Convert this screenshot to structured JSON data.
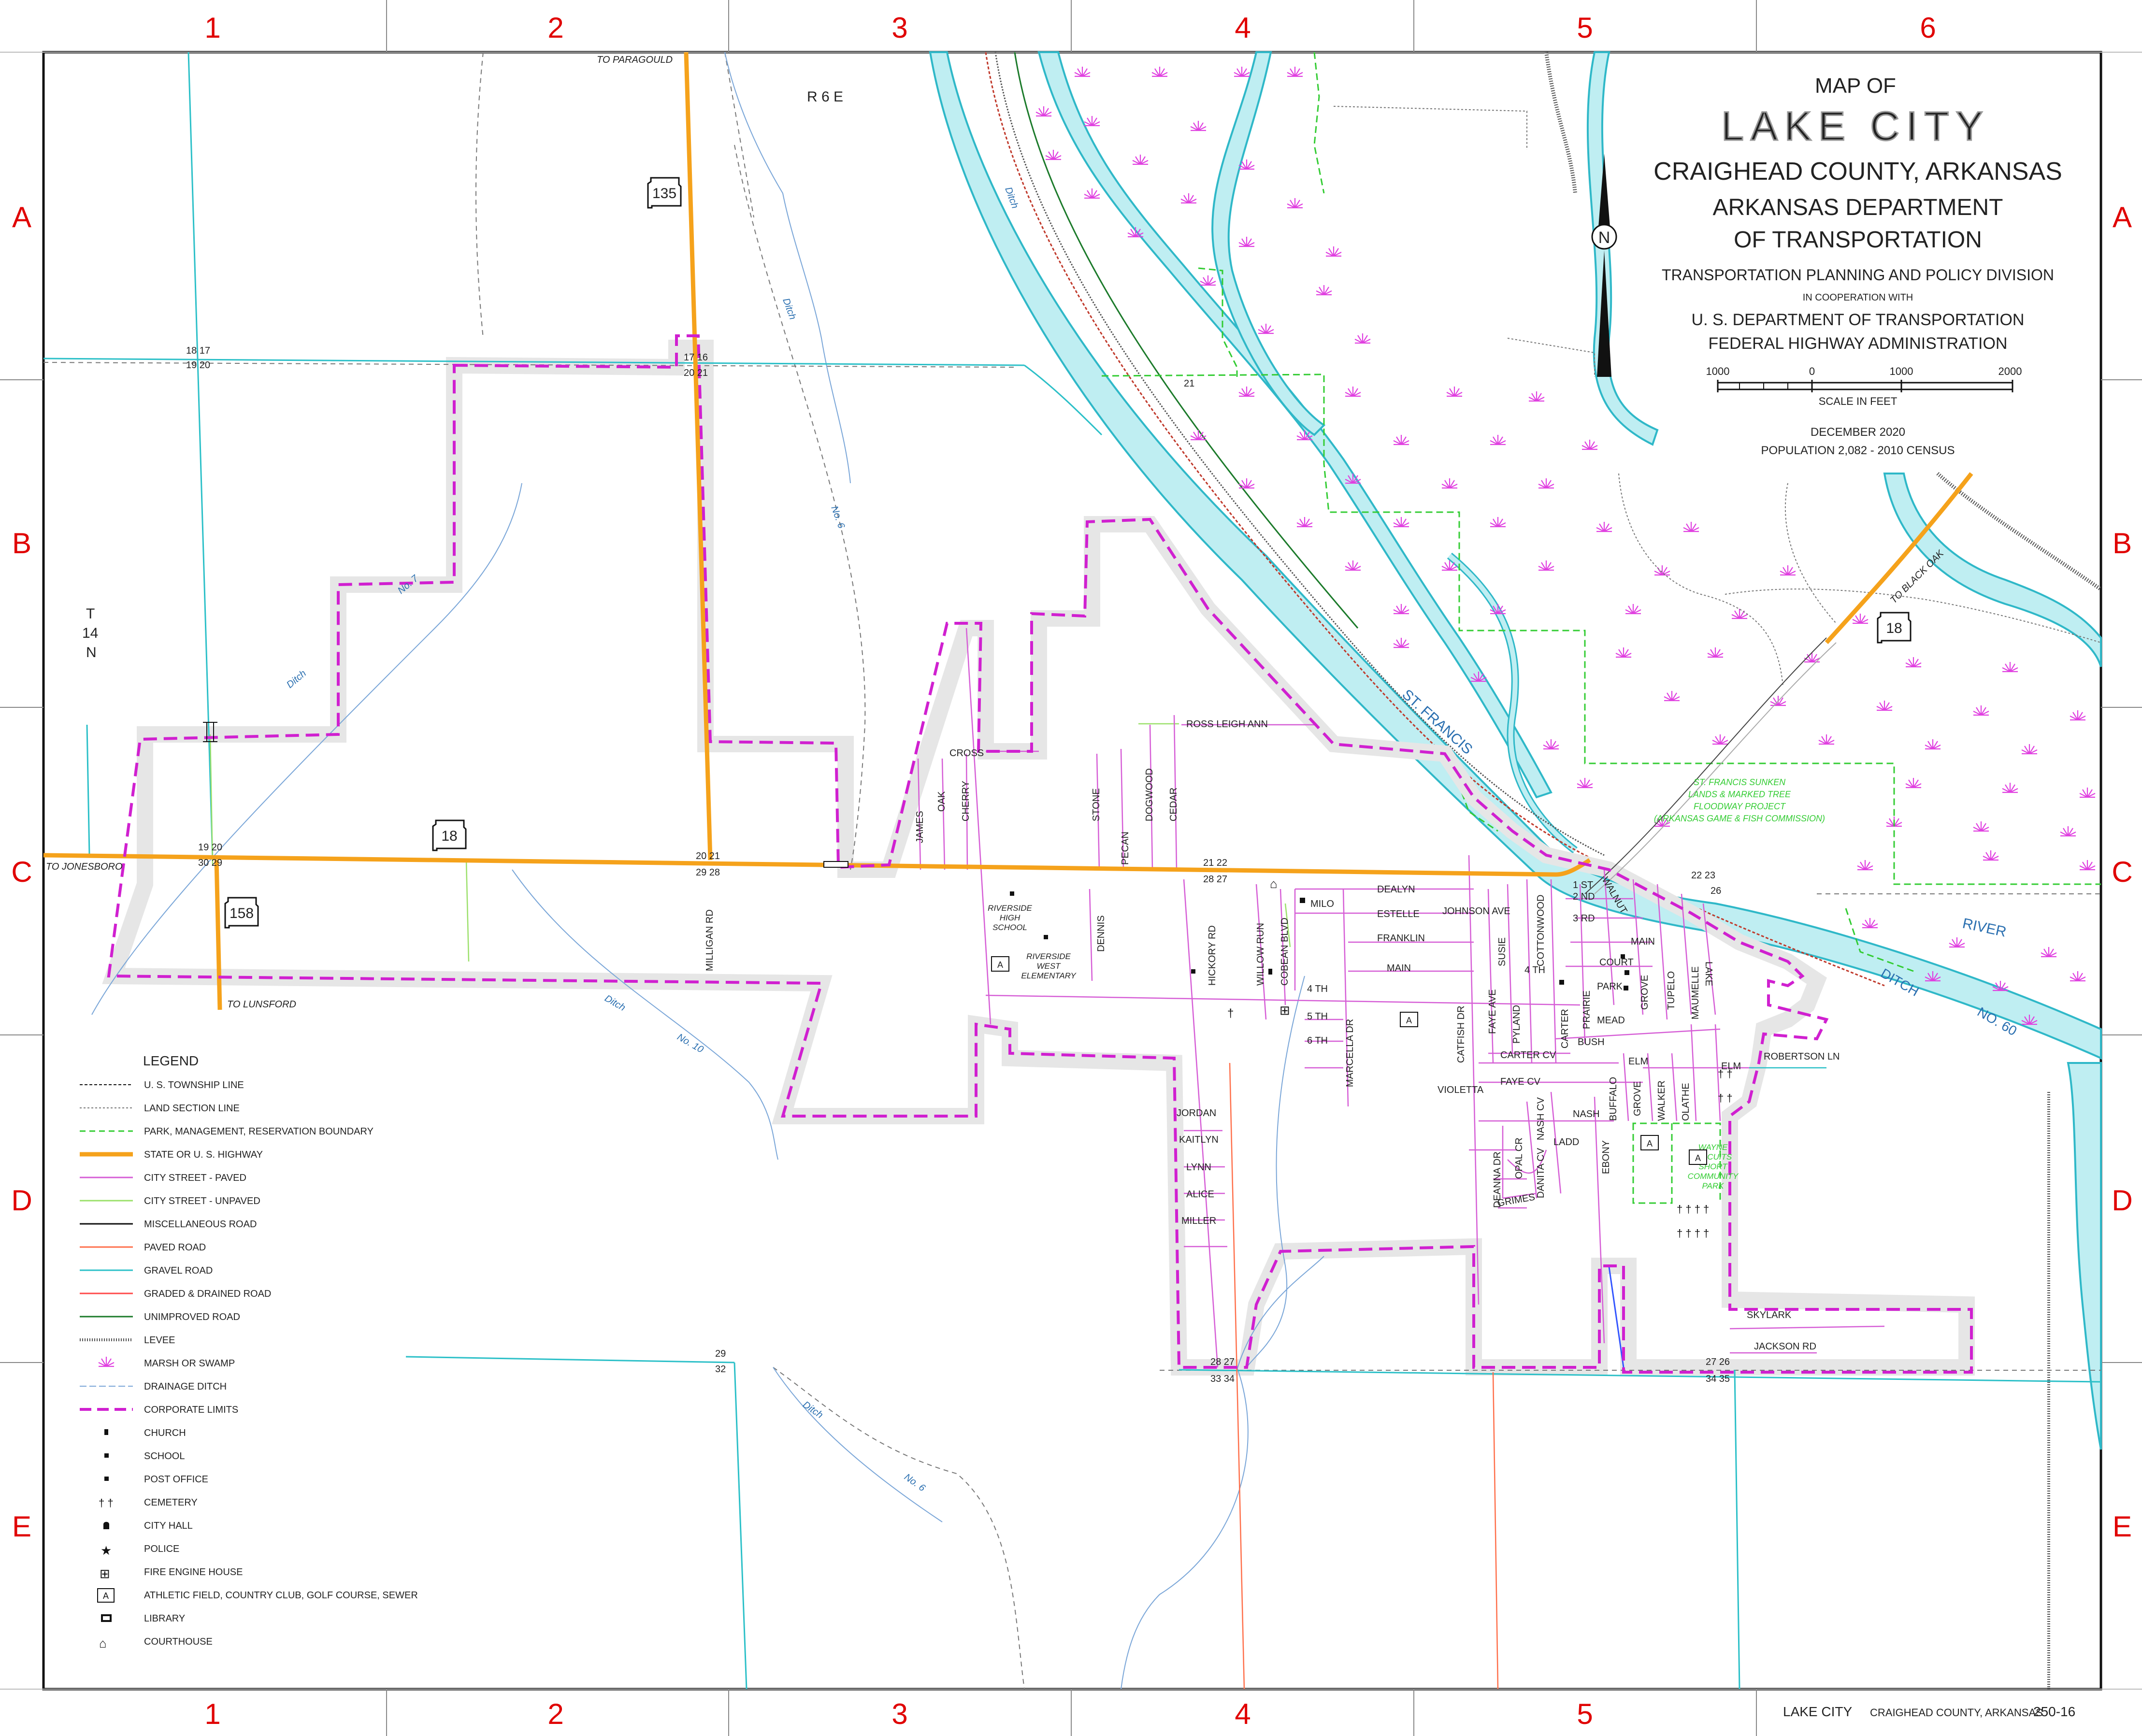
{
  "title": {
    "map_of": "MAP OF",
    "city": "LAKE CITY",
    "county": "CRAIGHEAD COUNTY, ARKANSAS",
    "dept1": "ARKANSAS DEPARTMENT",
    "dept2": "OF TRANSPORTATION",
    "division": "TRANSPORTATION PLANNING AND POLICY DIVISION",
    "coop": "IN COOPERATION WITH",
    "usdot": "U. S. DEPARTMENT OF TRANSPORTATION",
    "fhwa": "FEDERAL HIGHWAY ADMINISTRATION",
    "scale_ticks": [
      "1000",
      "0",
      "1000",
      "2000"
    ],
    "scale_label": "SCALE IN FEET",
    "date": "DECEMBER 2020",
    "population": "POPULATION 2,082 - 2010 CENSUS",
    "north": "N"
  },
  "grid": {
    "columns": [
      "1",
      "2",
      "3",
      "4",
      "5",
      "6"
    ],
    "rows": [
      "A",
      "B",
      "C",
      "D",
      "E"
    ]
  },
  "footer": {
    "city": "LAKE CITY",
    "county": "CRAIGHEAD COUNTY, ARKANSAS",
    "sheet": "250-16"
  },
  "legend": {
    "heading": "LEGEND",
    "items": [
      {
        "label": "U. S. TOWNSHIP LINE"
      },
      {
        "label": "LAND SECTION LINE"
      },
      {
        "label": "PARK, MANAGEMENT, RESERVATION BOUNDARY"
      },
      {
        "label": "STATE OR U. S. HIGHWAY"
      },
      {
        "label": "CITY STREET - PAVED"
      },
      {
        "label": "CITY STREET - UNPAVED"
      },
      {
        "label": "MISCELLANEOUS ROAD"
      },
      {
        "label": "PAVED ROAD"
      },
      {
        "label": "GRAVEL ROAD"
      },
      {
        "label": "GRADED & DRAINED ROAD"
      },
      {
        "label": "UNIMPROVED ROAD"
      },
      {
        "label": "LEVEE"
      },
      {
        "label": "MARSH OR SWAMP"
      },
      {
        "label": "DRAINAGE DITCH"
      },
      {
        "label": "CORPORATE LIMITS"
      },
      {
        "label": "CHURCH"
      },
      {
        "label": "SCHOOL"
      },
      {
        "label": "POST OFFICE"
      },
      {
        "label": "CEMETERY"
      },
      {
        "label": "CITY HALL"
      },
      {
        "label": "POLICE"
      },
      {
        "label": "FIRE ENGINE HOUSE"
      },
      {
        "label": "ATHLETIC FIELD, COUNTRY CLUB, GOLF COURSE, SEWER"
      },
      {
        "label": "LIBRARY"
      },
      {
        "label": "COURTHOUSE"
      }
    ],
    "athletic_symbol": "A"
  },
  "colors": {
    "highway": "#f5a21b",
    "city_street": "#d65ed6",
    "corporate": "#d020d0",
    "river": "#bfeef2",
    "river_edge": "#2fb8c8",
    "park": "#33cc33",
    "grid_red": "#e00000",
    "marsh": "#e040e0"
  },
  "labels": {
    "to_paragould": "TO PARAGOULD",
    "to_jonesboro": "TO JONESBORO",
    "to_lunsford": "TO LUNSFORD",
    "to_black_oak": "TO BLACK OAK",
    "range": "R 6 E",
    "township": [
      "T",
      "14",
      "N"
    ],
    "hwy_135": "135",
    "hwy_18_west": "18",
    "hwy_158": "158",
    "hwy_18_east": "18",
    "st_francis": "ST. FRANCIS",
    "river": "RIVER",
    "ditch_no60": "DITCH",
    "no60": "NO. 60",
    "ditch1": "Ditch",
    "no7": "No. 7",
    "ditch2": "Ditch",
    "no6_a": "No. 6",
    "ditch3": "Ditch",
    "no10": "No. 10",
    "ditch4": "Ditch",
    "no6_b": "No. 6",
    "ditch5": "Ditch",
    "park_label": [
      "ST. FRANCIS SUNKEN",
      "LANDS & MARKED TREE",
      "FLOODWAY PROJECT",
      "(ARKANSAS GAME & FISH COMMISSION)"
    ],
    "wayne": [
      "WAYNE",
      "BISCUITS",
      "SHORT",
      "COMMUNITY",
      "PARK"
    ],
    "riverside_hs": [
      "RIVERSIDE",
      "HIGH",
      "SCHOOL"
    ],
    "riverside_we": [
      "RIVERSIDE",
      "WEST",
      "ELEMENTARY"
    ],
    "milligan_rd": "MILLIGAN RD",
    "hickory_rd": "HICKORY RD",
    "willow_run": "WILLOW RUN",
    "cobean_blvd": "COBEAN BLVD",
    "marcella_dr": "MARCELLA DR",
    "catfish_dr": "CATFISH DR",
    "faye_ave": "FAYE AVE",
    "pyland": "PYLAND",
    "susie": "SUSIE",
    "cottonwood": "COTTONWOOD",
    "carter": "CARTER",
    "prairie": "PRAIRIE",
    "grove_n": "GROVE",
    "tupelo": "TUPELO",
    "maumelle": "MAUMELLE",
    "lake": "LAKE",
    "buffalo": "BUFFALO",
    "grove_s": "GROVE",
    "walker": "WALKER",
    "olathe": "OLATHE",
    "ebony": "EBONY",
    "deanna_dr": "DEANNA DR",
    "opal_cr": "OPAL CR",
    "danita_cv": "DANITA CV",
    "nash_cv": "NASH CV",
    "faye_cv": "FAYE CV",
    "james": "JAMES",
    "oak": "OAK",
    "cherry": "CHERRY",
    "cross": "CROSS",
    "stone": "STONE",
    "pecan": "PECAN",
    "dogwood": "DOGWOOD",
    "cedar": "CEDAR",
    "dennis": "DENNIS",
    "ross_leigh_ann": "ROSS LEIGH ANN",
    "dealyn": "DEALYN",
    "estelle": "ESTELLE",
    "johnson_ave": "JOHNSON AVE",
    "franklin": "FRANKLIN",
    "main_w": "MAIN",
    "milo": "MILO",
    "4th_w": "4 TH",
    "5th": "5 TH",
    "6th": "6 TH",
    "1st": "1 ST",
    "2nd": "2 ND",
    "3rd": "3 RD",
    "4th_e": "4 TH",
    "walnut": "WALNUT",
    "main_e": "MAIN",
    "court": "COURT",
    "park_st": "PARK",
    "mead": "MEAD",
    "bush": "BUSH",
    "carter_cv": "CARTER CV",
    "violetta": "VIOLETTA",
    "elm1": "ELM",
    "elm2": "ELM",
    "robertson_ln": "ROBERTSON LN",
    "nash": "NASH",
    "ladd": "LADD",
    "grimes": "GRIMES",
    "jordan": "JORDAN",
    "kaitlyn": "KAITLYN",
    "lynn": "LYNN",
    "alice": "ALICE",
    "miller": "MILLER",
    "skylark": "SKYLARK",
    "jackson_rd": "JACKSON RD"
  },
  "section_numbers": [
    {
      "text": "18 17"
    },
    {
      "text": "19 20"
    },
    {
      "text": "17 16"
    },
    {
      "text": "20 21"
    },
    {
      "text": "21"
    },
    {
      "text": "19 20"
    },
    {
      "text": "30 29"
    },
    {
      "text": "20 21"
    },
    {
      "text": "29 28"
    },
    {
      "text": "21 22"
    },
    {
      "text": "28 27"
    },
    {
      "text": "22 23"
    },
    {
      "text": "26"
    },
    {
      "text": "29"
    },
    {
      "text": "32"
    },
    {
      "text": "28 27"
    },
    {
      "text": "33 34"
    },
    {
      "text": "27 26"
    },
    {
      "text": "34 35"
    }
  ]
}
